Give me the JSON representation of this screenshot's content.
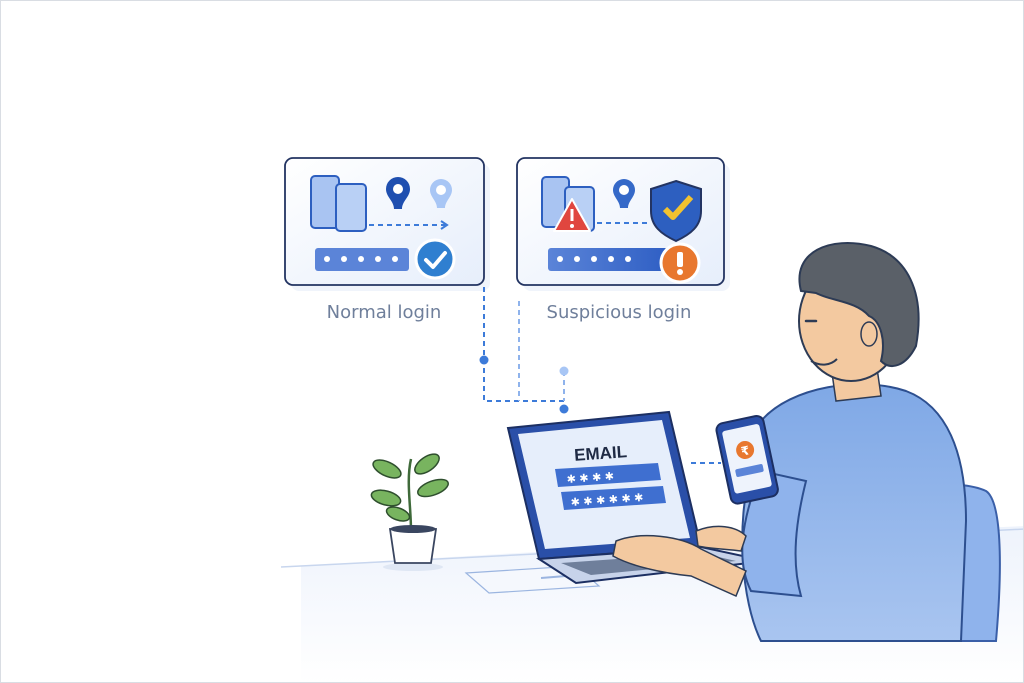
{
  "cards": {
    "normal": {
      "label": "Normal login",
      "status_icon": "check-icon"
    },
    "suspicious": {
      "label": "Suspicious login",
      "status_icon": "exclamation-icon",
      "warning_icon": "warning-triangle-icon",
      "shield_icon": "shield-check-icon"
    }
  },
  "laptop": {
    "screen_title": "EMAIL"
  },
  "phone": {
    "symbol": "₹"
  },
  "colors": {
    "accent": "#3d7bd9",
    "success": "#2f7fd0",
    "warning": "#e8772e",
    "danger": "#e0463f",
    "label": "#6f7f9b"
  }
}
